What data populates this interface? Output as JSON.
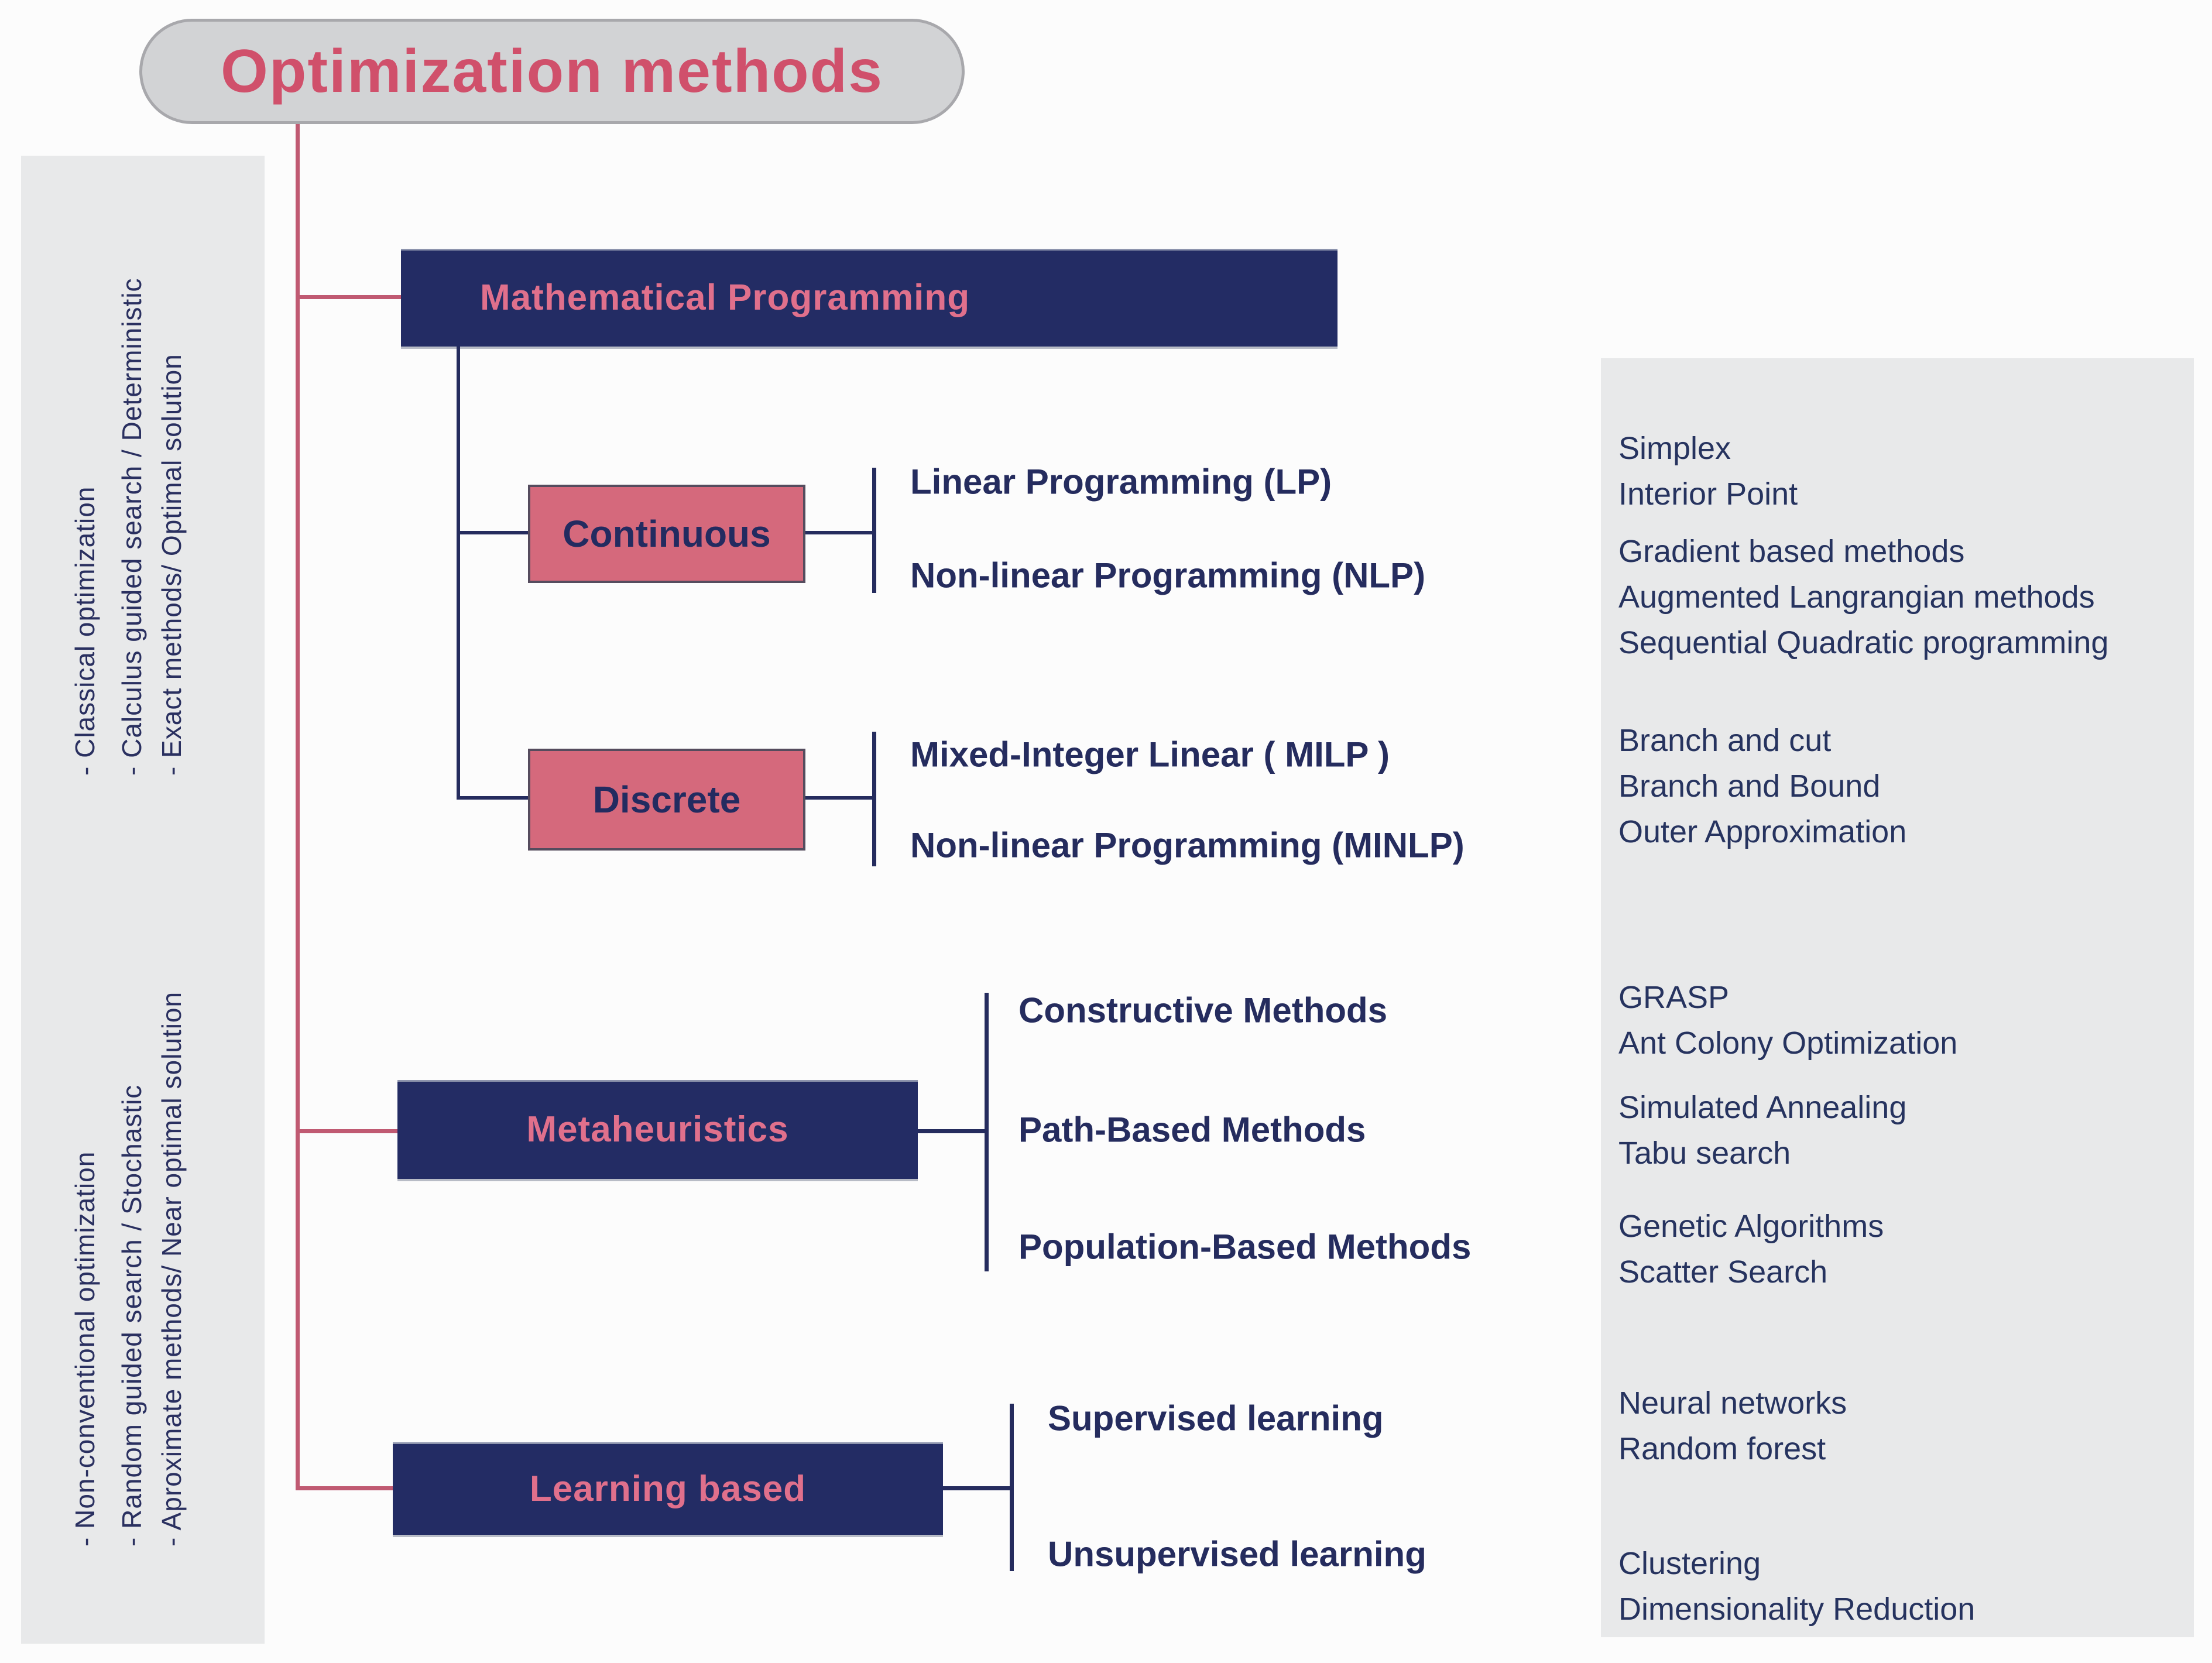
{
  "colors": {
    "navy_box": "#232c64",
    "pink_box": "#d5697c",
    "pink_line": "#c05a72",
    "navy_text": "#252c5e",
    "title_text": "#d0506b",
    "pink_label_on_navy": "#e0708c",
    "panel_gray": "#e8e9ea",
    "pill_gray": "#d2d3d5"
  },
  "title": {
    "label": "Optimization methods"
  },
  "left_panel": {
    "exact_group": {
      "lines": [
        "- Classical optimization",
        "- Calculus guided search / Deterministic",
        "- Exact methods/ Optimal solution"
      ]
    },
    "approximate_group": {
      "lines": [
        "- Non-conventional optimization",
        "- Random guided search / Stochastic",
        "- Aproximate methods/ Near optimal solution"
      ]
    }
  },
  "tree": {
    "mathematical_programming": {
      "label": "Mathematical Programming",
      "continuous": {
        "label": "Continuous",
        "children": [
          "Linear Programming (LP)",
          "Non-linear Programming (NLP)"
        ]
      },
      "discrete": {
        "label": "Discrete",
        "children": [
          "Mixed-Integer Linear ( MILP )",
          "Non-linear Programming (MINLP)"
        ]
      }
    },
    "metaheuristics": {
      "label": "Metaheuristics",
      "children": [
        "Constructive Methods",
        "Path-Based Methods",
        "Population-Based Methods"
      ]
    },
    "learning_based": {
      "label": "Learning based",
      "children": [
        "Supervised learning",
        "Unsupervised learning"
      ]
    }
  },
  "right_panel": {
    "groups": [
      {
        "items": [
          "Simplex",
          "Interior Point"
        ]
      },
      {
        "items": [
          "Gradient based methods",
          "Augmented Langrangian methods",
          "Sequential Quadratic programming"
        ]
      },
      {
        "items": [
          "Branch and cut",
          "Branch and Bound",
          "Outer Approximation"
        ]
      },
      {
        "items": [
          "GRASP",
          "Ant Colony Optimization"
        ]
      },
      {
        "items": [
          "Simulated Annealing",
          "Tabu search"
        ]
      },
      {
        "items": [
          "Genetic Algorithms",
          "Scatter Search"
        ]
      },
      {
        "items": [
          "Neural networks",
          "Random forest"
        ]
      },
      {
        "items": [
          "Clustering",
          "Dimensionality Reduction"
        ]
      }
    ]
  }
}
